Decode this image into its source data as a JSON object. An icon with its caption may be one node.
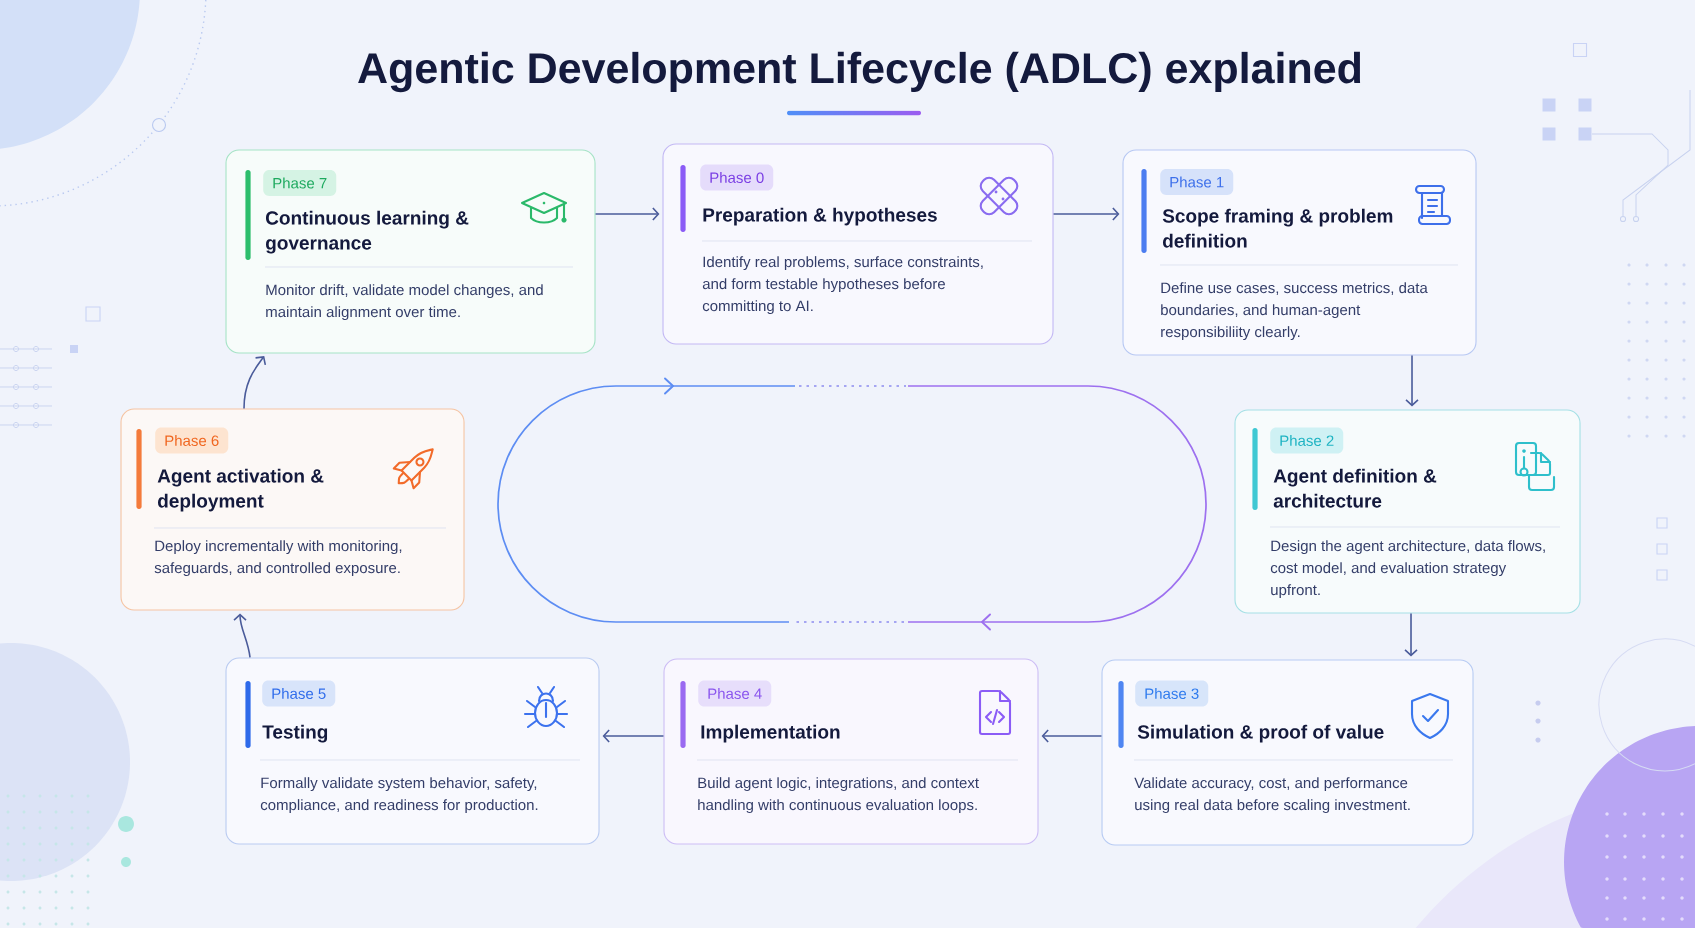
{
  "diagram": {
    "title": "Agentic Development Lifecycle (ADLC) explained",
    "nodes": [
      {
        "text": [
          "Continuous learning & governance",
          "Monitor drift, validate model changes, and maintain alignment over time."
        ]
      },
      {
        "text": [
          "Phase 7"
        ],
        "in": 0
      },
      {
        "text": [
          "Preparation & hypotheses",
          "Identify real problems, surface constraints, and form testable hypotheses before committing to AI."
        ]
      },
      {
        "text": [
          "Phase 0"
        ],
        "in": 2
      },
      {
        "text": [
          "Scope framing & problem definition",
          "Define use cases, success metrics, data boundaries, and human-agent responsibiliity clearly."
        ]
      },
      {
        "text": [
          "Phase 1"
        ],
        "in": 4
      },
      {
        "text": [
          "Agent activation & deployment",
          "Deploy incrementally with monitoring, safeguards, and controlled exposure."
        ]
      },
      {
        "text": [
          "Phase 6"
        ],
        "in": 6
      },
      {
        "text": [
          "Agent definition & architecture",
          "Design the agent architecture, data flows, cost model, and evaluation strategy upfront."
        ]
      },
      {
        "text": [
          "Phase 2"
        ],
        "in": 8
      },
      {
        "text": [
          "Testing",
          "Formally validate system behavior, safety, compliance, and readiness for production."
        ]
      },
      {
        "text": [
          "Phase 5"
        ],
        "in": 10
      },
      {
        "text": [
          "Implementation",
          "Build agent logic, integrations, and context handling with continuous evaluation loops."
        ]
      },
      {
        "text": [
          "Phase 4"
        ],
        "in": 12
      },
      {
        "text": [
          "Simulation & proof of value",
          "Validate accuracy, cost, and performance using real data before scaling investment."
        ]
      },
      {
        "text": [
          "Phase 3"
        ],
        "in": 14
      }
    ],
    "edges": [
      {
        "from": 0,
        "to": 2,
        "arrow": "to"
      },
      {
        "from": 2,
        "to": 4,
        "arrow": "to"
      },
      {
        "from": 4,
        "to": 8,
        "arrow": "to"
      },
      {
        "from": 8,
        "to": 14,
        "arrow": "to"
      },
      {
        "from": 14,
        "to": 12,
        "arrow": "to"
      },
      {
        "from": 12,
        "to": 10,
        "arrow": "to"
      },
      {
        "from": 10,
        "to": 6,
        "arrow": "to"
      },
      {
        "from": 6,
        "to": 0,
        "arrow": "to"
      }
    ]
  }
}
